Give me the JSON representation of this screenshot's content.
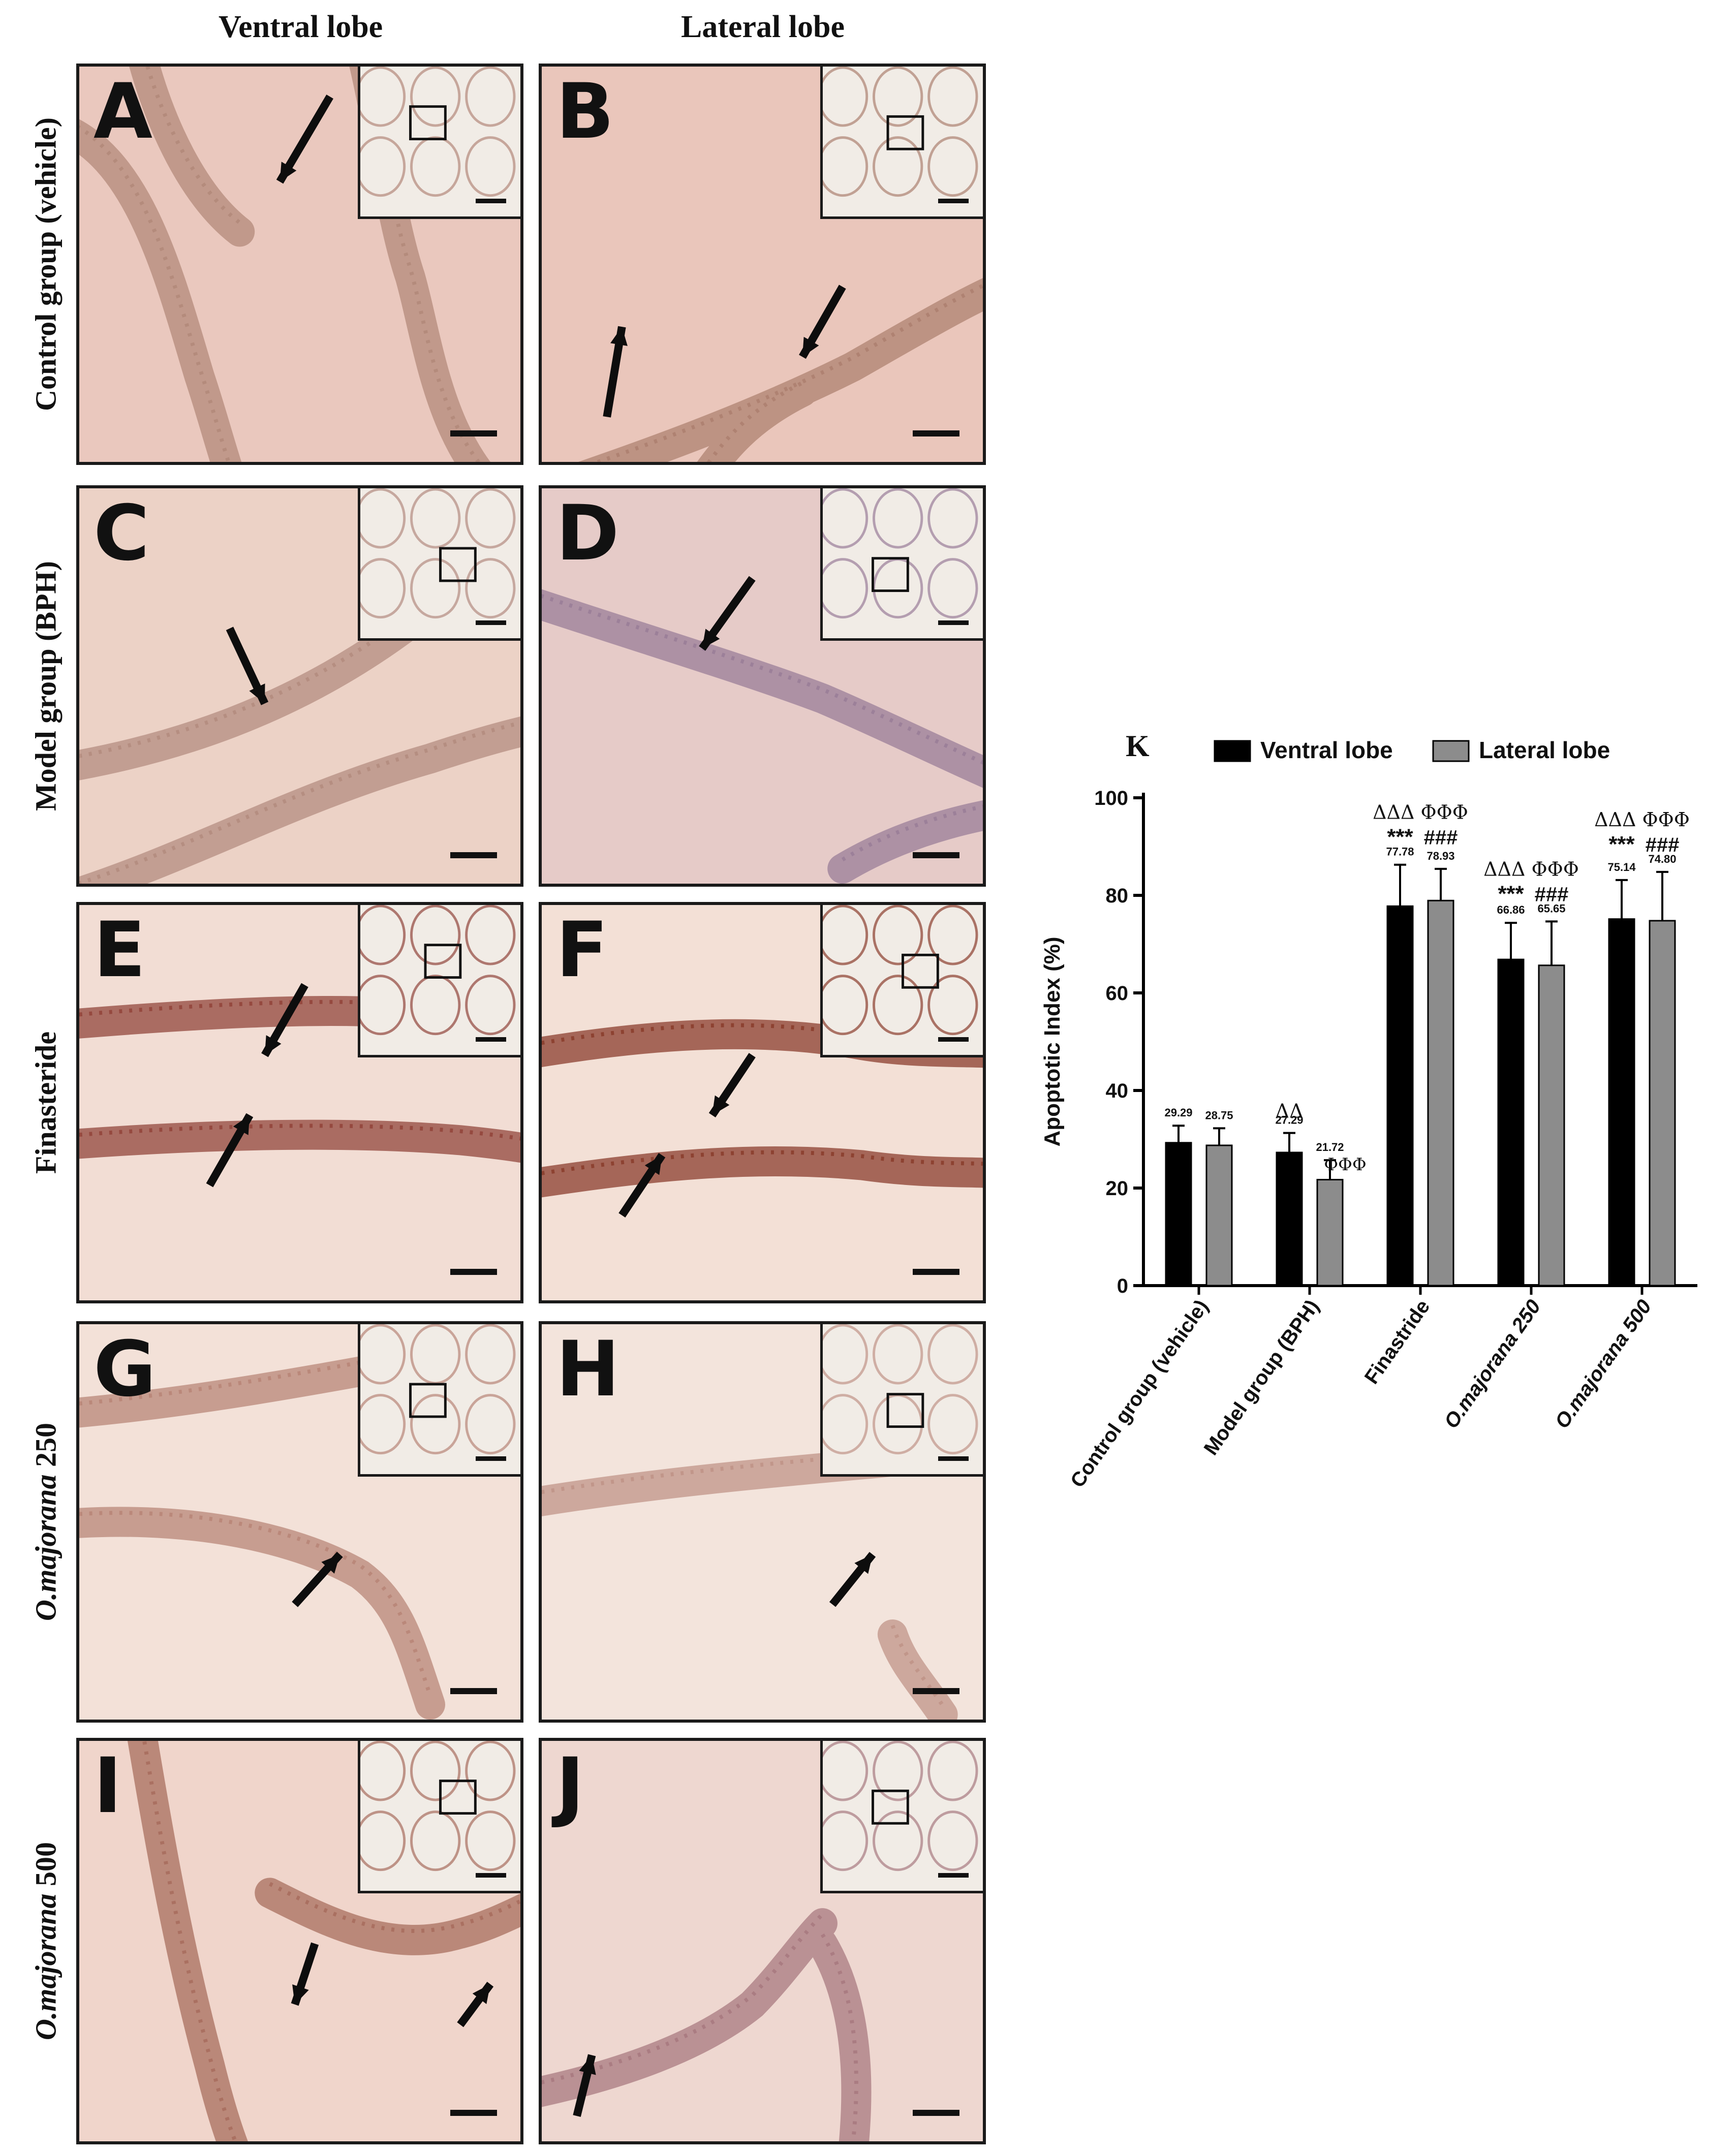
{
  "column_headers": [
    "Ventral lobe",
    "Lateral lobe"
  ],
  "row_labels": [
    {
      "text": "Control group (vehicle)",
      "italic": false
    },
    {
      "text": "Model group (BPH)",
      "italic": false
    },
    {
      "text": "Finasteride",
      "italic": false
    },
    {
      "text": "O.majorana",
      "suffix": " 250",
      "italic": true
    },
    {
      "text": "O.majorana",
      "suffix": " 500",
      "italic": true
    }
  ],
  "panels": [
    {
      "letter": "A",
      "stain": "#eac8be",
      "epi": "#b3897a"
    },
    {
      "letter": "B",
      "stain": "#eac6bb",
      "epi": "#ad8170"
    },
    {
      "letter": "C",
      "stain": "#ecd2c6",
      "epi": "#b48c80"
    },
    {
      "letter": "D",
      "stain": "#e6cbc8",
      "epi": "#9a7e98"
    },
    {
      "letter": "E",
      "stain": "#f2ddd4",
      "epi": "#92463c"
    },
    {
      "letter": "F",
      "stain": "#f3e0d6",
      "epi": "#8b3e2e"
    },
    {
      "letter": "G",
      "stain": "#f3e1d8",
      "epi": "#b88678"
    },
    {
      "letter": "H",
      "stain": "#f3e4dc",
      "epi": "#c09488"
    },
    {
      "letter": "I",
      "stain": "#f0d5cb",
      "epi": "#a86e5e"
    },
    {
      "letter": "J",
      "stain": "#eed7d0",
      "epi": "#a87a80"
    }
  ],
  "chart_data": {
    "type": "bar",
    "panel_label": "K",
    "categories": [
      "Control group (vehicle)",
      "Model group (BPH)",
      "Finastride",
      "O.majorana 250",
      "O.majorana 500"
    ],
    "italic_categories": [
      false,
      false,
      false,
      true,
      true
    ],
    "series": [
      {
        "name": "Ventral lobe",
        "color": "#000000",
        "values": [
          29.29,
          27.29,
          77.78,
          66.86,
          75.14
        ],
        "errors": [
          3.5,
          4.0,
          8.5,
          7.5,
          8.0
        ],
        "value_labels": [
          "29.29",
          "27.29",
          "77.78",
          "66.86",
          "75.14"
        ]
      },
      {
        "name": "Lateral lobe",
        "color": "#8c8c8c",
        "values": [
          28.75,
          21.72,
          78.93,
          65.65,
          74.8
        ],
        "errors": [
          3.5,
          4.0,
          6.5,
          9.0,
          10.0
        ],
        "value_labels": [
          "28.75",
          "21.72",
          "78.93",
          "65.65",
          "74.80"
        ]
      }
    ],
    "ylabel": "Apoptotic Index (%)",
    "ylim": [
      0,
      100
    ],
    "yticks": [
      0,
      20,
      40,
      60,
      80,
      100
    ],
    "legend_position": "top",
    "annotations": [
      {
        "group": 1,
        "upper": "ΔΔ",
        "side": "ΦΦΦ"
      },
      {
        "group": 2,
        "upper": "ΔΔΔ ΦΦΦ",
        "stars": "***",
        "hashes": "###"
      },
      {
        "group": 3,
        "upper": "ΔΔΔ ΦΦΦ",
        "stars": "***",
        "hashes": "###"
      },
      {
        "group": 4,
        "upper": "ΔΔΔ ΦΦΦ",
        "stars": "***",
        "hashes": "###"
      }
    ]
  }
}
